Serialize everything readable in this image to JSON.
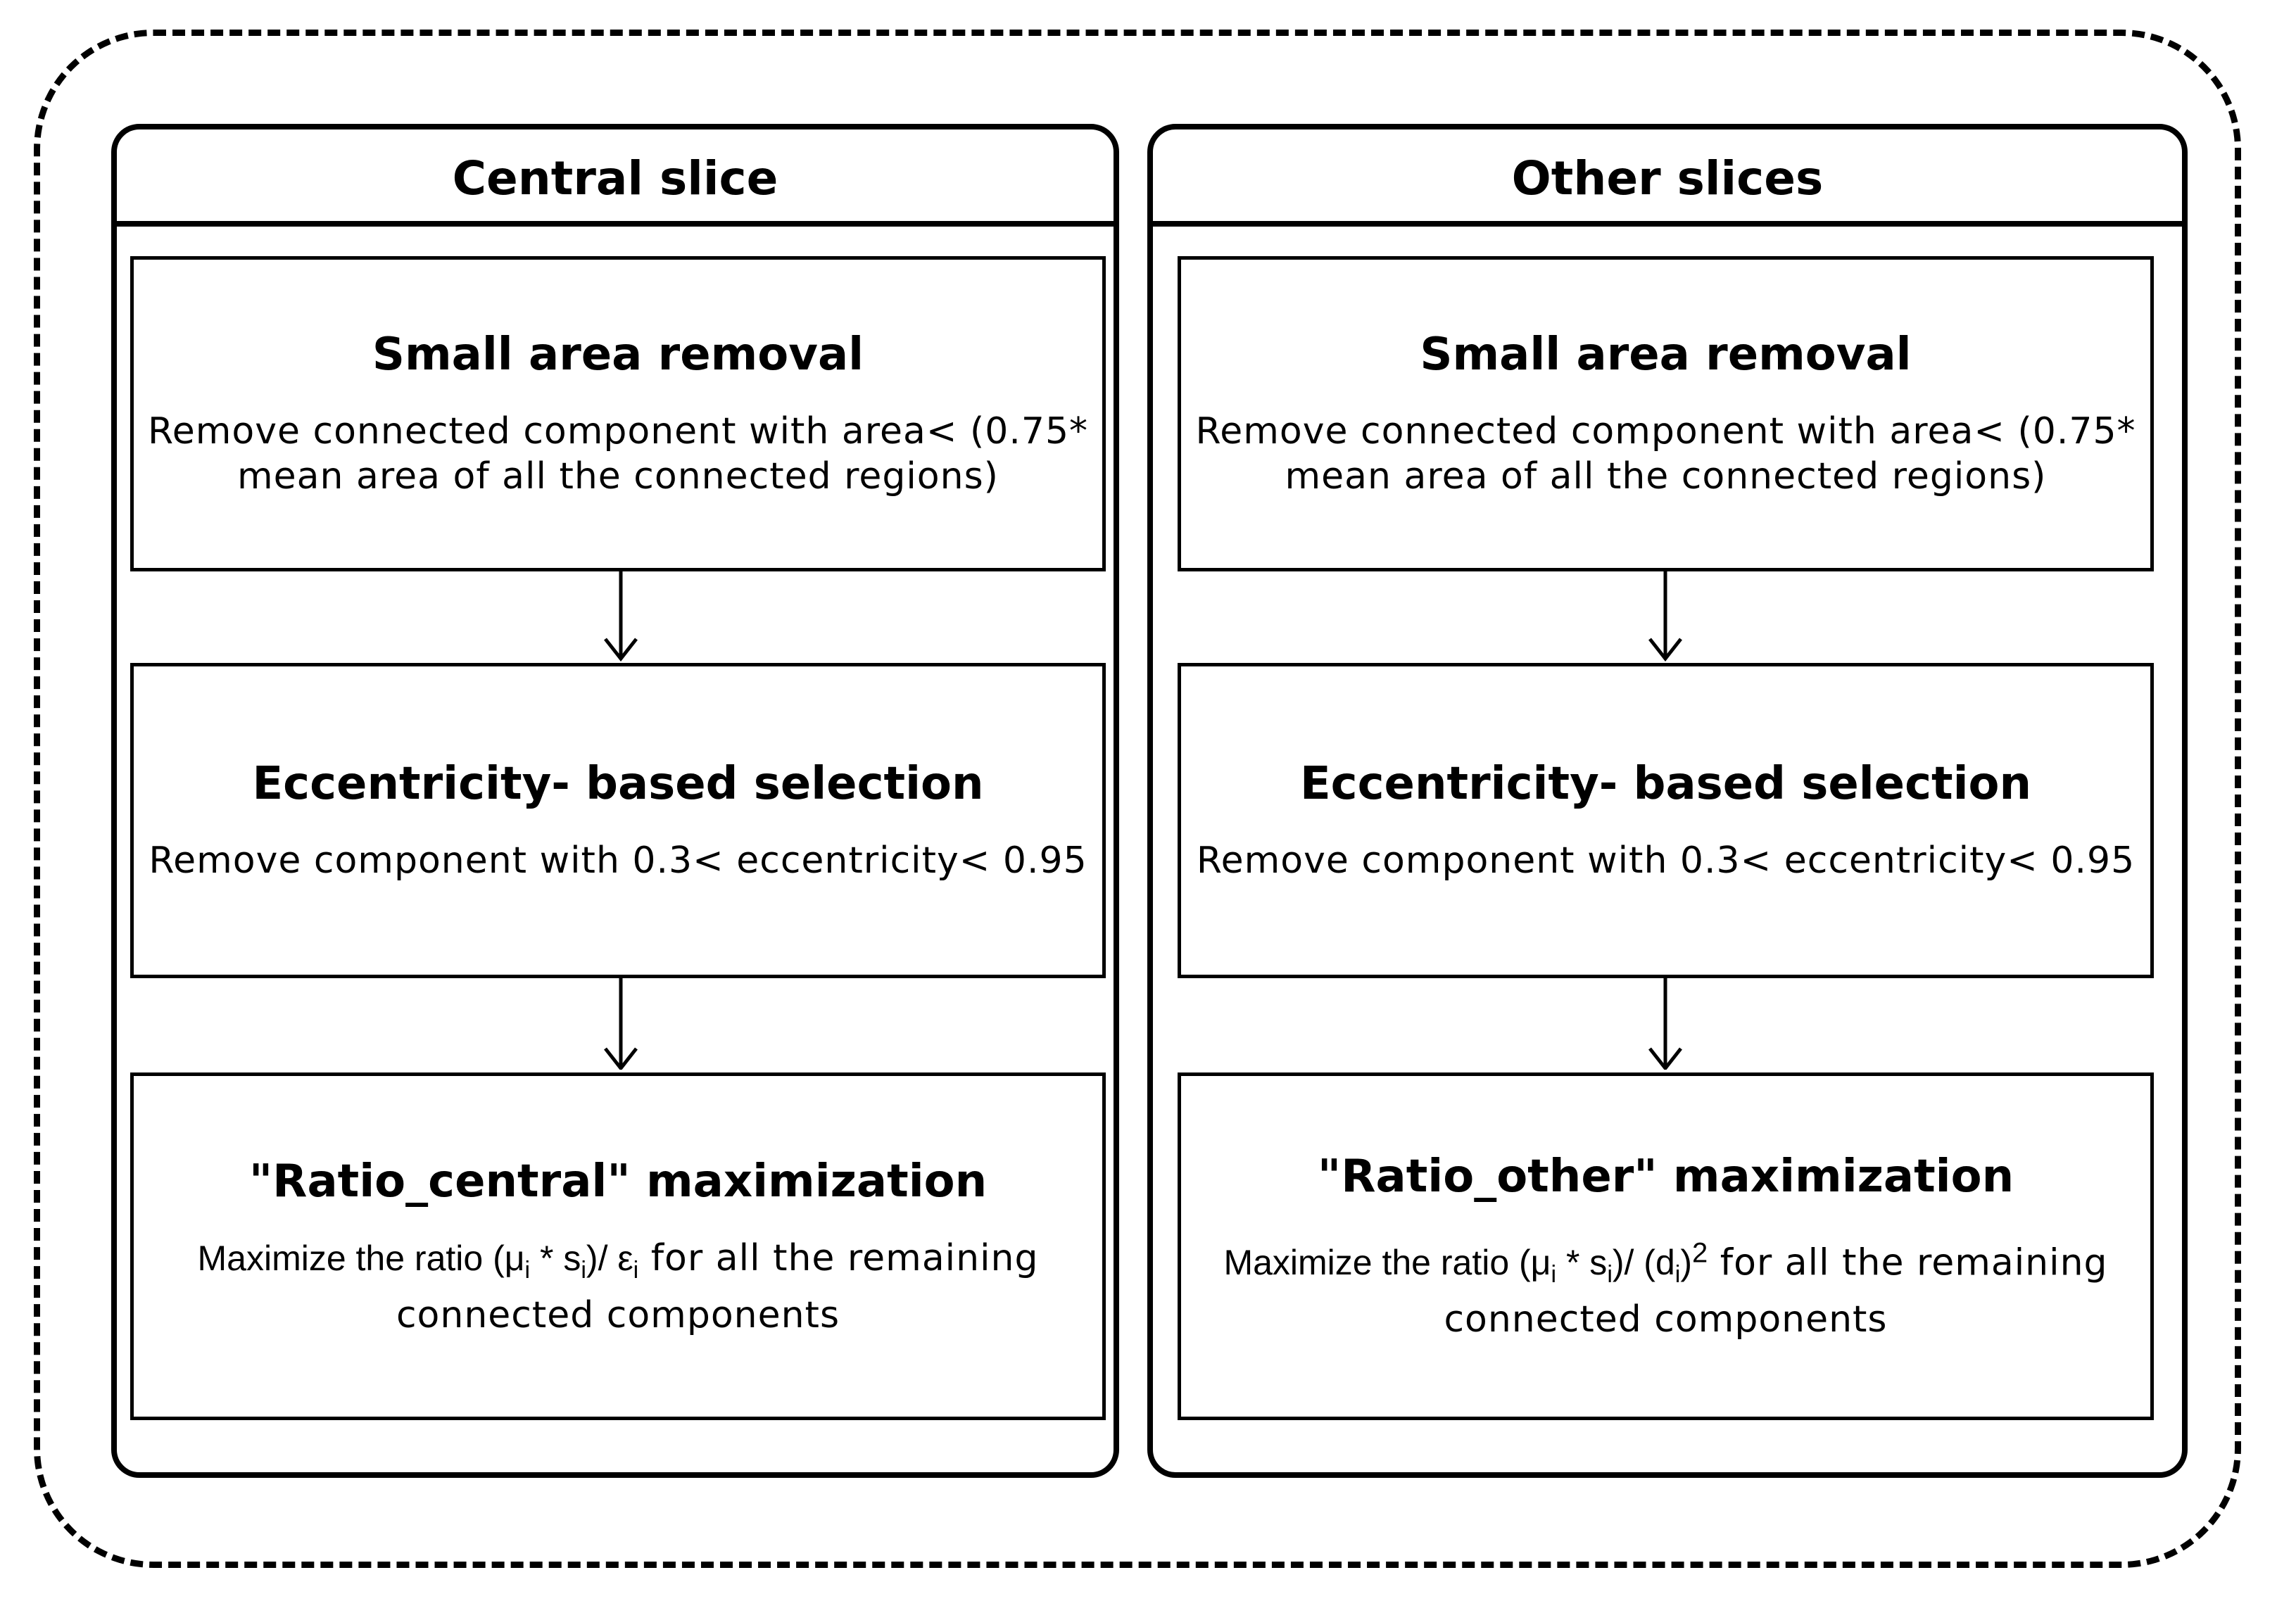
{
  "panels": [
    {
      "header": "Central slice",
      "steps": [
        {
          "title": "Small area removal",
          "desc_line1": "Remove connected component with area< (0.75*",
          "desc_line2": "mean area of all the connected regions)"
        },
        {
          "title": "Eccentricity- based selection",
          "desc_line1": "Remove component with 0.3< eccentricity< 0.95"
        },
        {
          "title": "\"Ratio_central\" maximization",
          "formula_prefix": "Maximize the ratio (μ",
          "formula_sub1": "i",
          "formula_mid": " * s",
          "formula_sub2": "i",
          "formula_close": ")/ ε",
          "formula_sub3": "i",
          "desc_tail": " for all the remaining",
          "desc_line2": "connected components"
        }
      ]
    },
    {
      "header": "Other slices",
      "steps": [
        {
          "title": "Small area removal",
          "desc_line1": "Remove connected component with area< (0.75*",
          "desc_line2": "mean area of all the connected regions)"
        },
        {
          "title": "Eccentricity- based selection",
          "desc_line1": "Remove component with 0.3< eccentricity< 0.95"
        },
        {
          "title": "\"Ratio_other\" maximization",
          "formula_prefix": "Maximize the ratio (μ",
          "formula_sub1": "i",
          "formula_mid": " * s",
          "formula_sub2": "i",
          "formula_close": ")/ (d",
          "formula_sub3": "i",
          "formula_end": ")",
          "formula_sup": "2",
          "desc_tail": " for all the remaining",
          "desc_line2": "connected components"
        }
      ]
    }
  ]
}
